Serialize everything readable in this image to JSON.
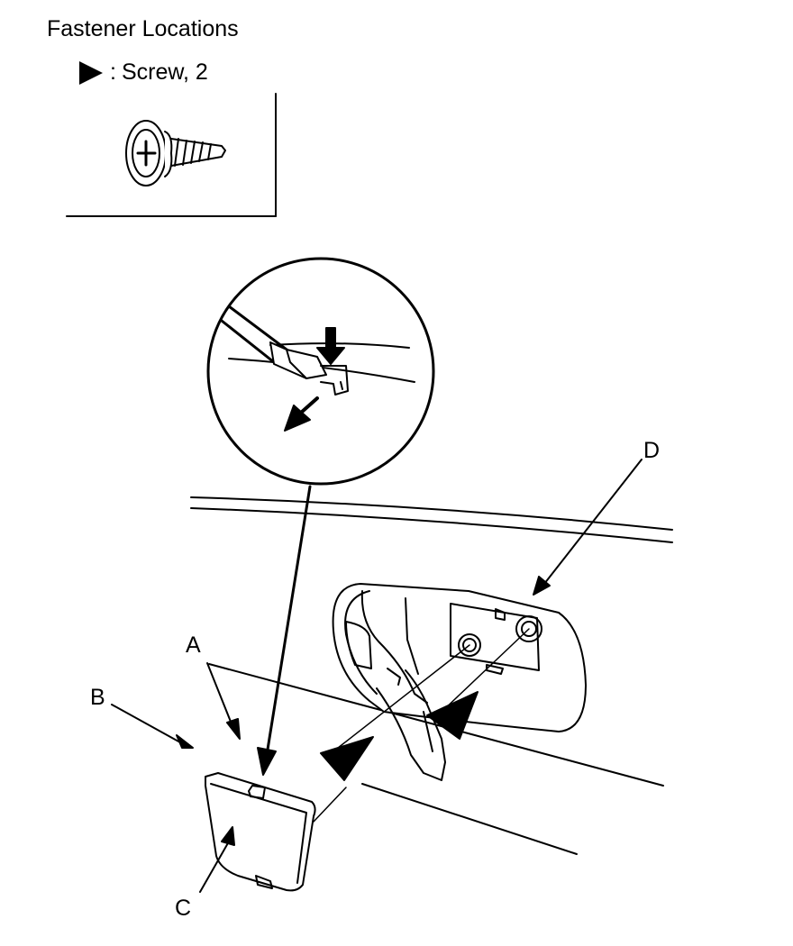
{
  "diagram": {
    "title": "Fastener Locations",
    "legend": {
      "symbol": "triangle-marker",
      "separator": ":",
      "label": "Screw, 2"
    },
    "callouts": {
      "a": "A",
      "b": "B",
      "c": "C",
      "d": "D"
    }
  }
}
